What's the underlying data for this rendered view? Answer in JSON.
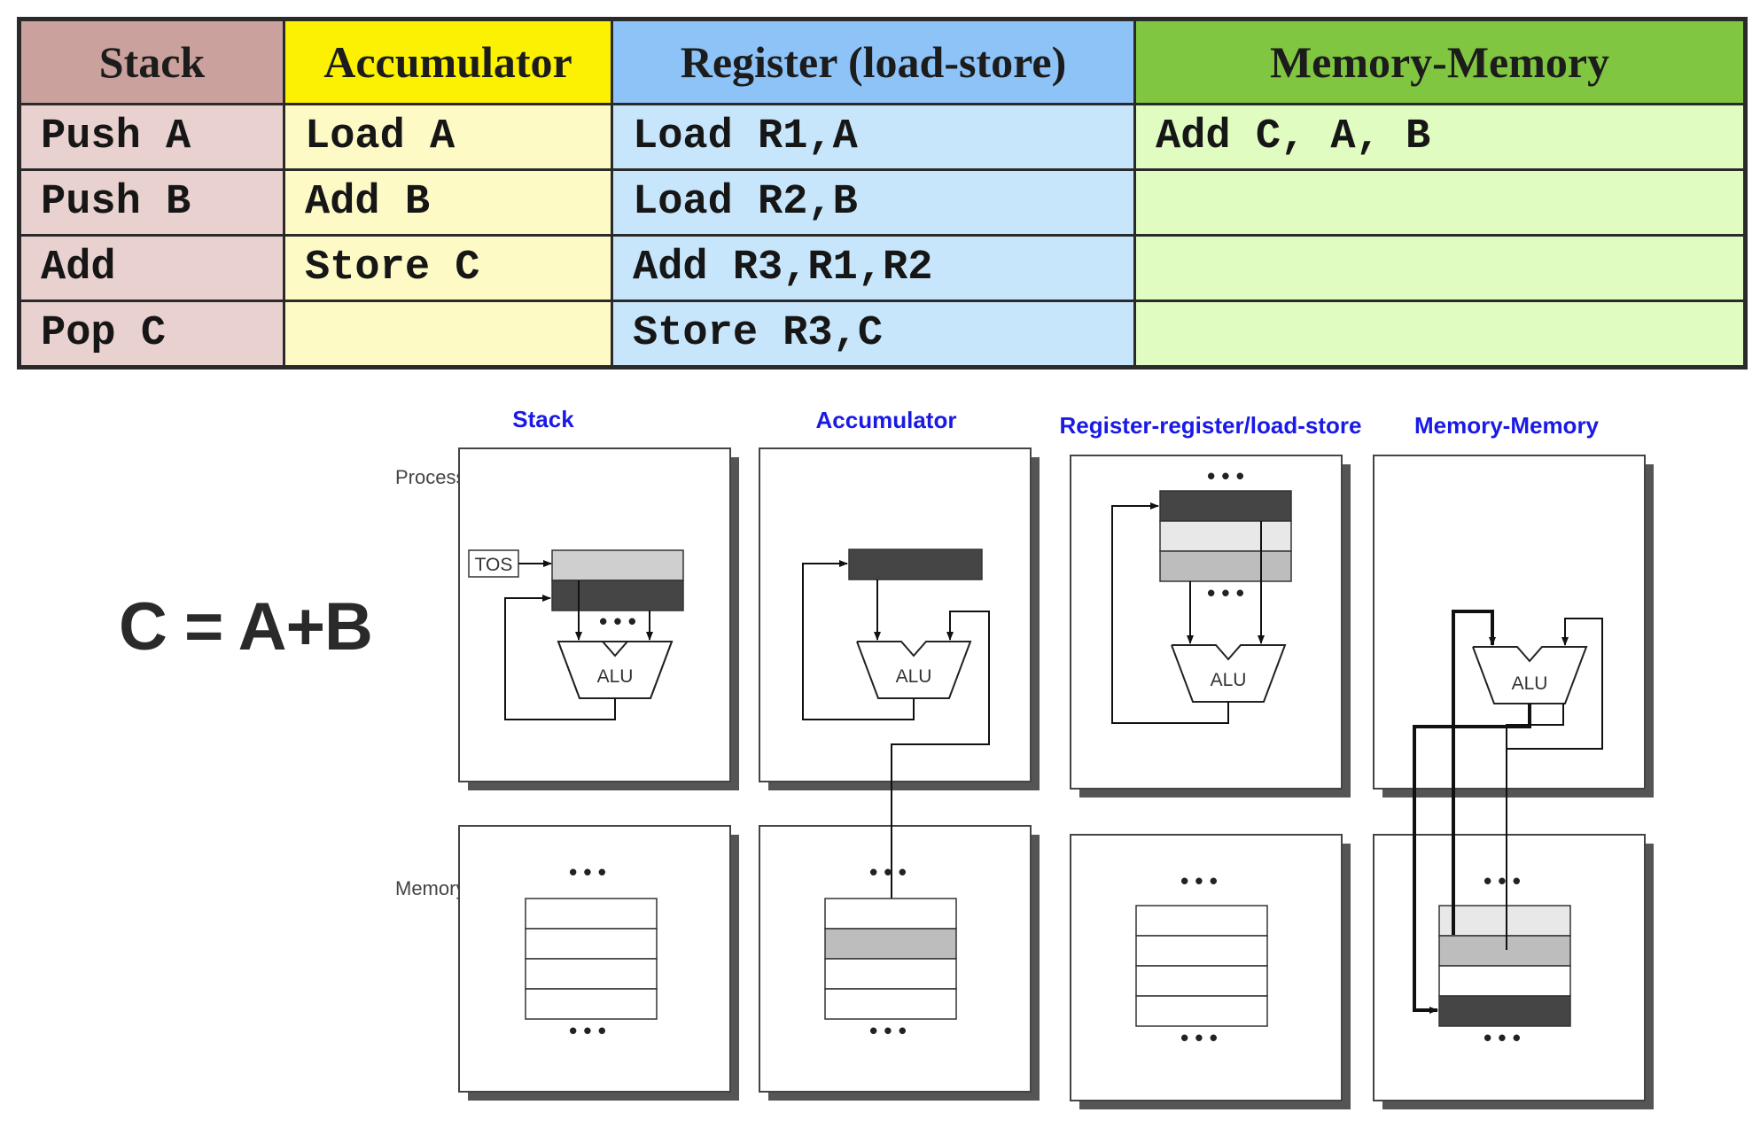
{
  "table": {
    "headers": [
      {
        "label": "Stack",
        "color": "#caa19c"
      },
      {
        "label": "Accumulator",
        "color": "#fbf100"
      },
      {
        "label": "Register (load-store)",
        "color": "#8ec3f8"
      },
      {
        "label": "Memory-Memory",
        "color": "#80c640"
      }
    ],
    "column_fill_colors": [
      "#e8d1cf",
      "#fdfac6",
      "#c7e6fb",
      "#e0fcc0"
    ],
    "rows": [
      [
        "Push A",
        "Load A",
        "Load R1,A",
        "Add C, A, B"
      ],
      [
        "Push B",
        "Add B",
        "Load R2,B",
        ""
      ],
      [
        "Add",
        "Store C",
        "Add R3,R1,R2",
        ""
      ],
      [
        "Pop C",
        "",
        "Store R3,C",
        ""
      ]
    ]
  },
  "equation": "C = A+B",
  "diagram": {
    "column_titles": [
      "Stack",
      "Accumulator",
      "Register-register/load-store",
      "Memory-Memory"
    ],
    "processor_label": "Processor",
    "memory_label": "Memory",
    "tos_label": "TOS",
    "alu_label": "ALU",
    "ellipsis": "• • •",
    "title_color": "#1a1ae6"
  }
}
